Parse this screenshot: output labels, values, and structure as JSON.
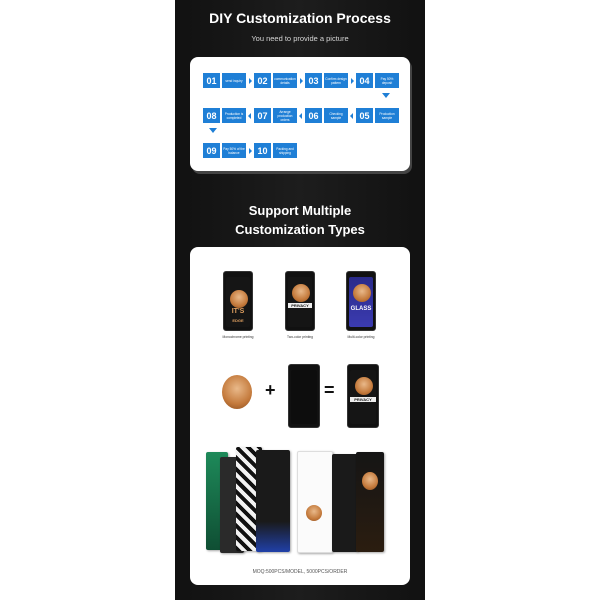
{
  "header": {
    "title": "DIY Customization Process",
    "subtitle": "You need to provide a picture"
  },
  "process": {
    "steps": [
      {
        "num": "01",
        "label": "send inquiry"
      },
      {
        "num": "02",
        "label": "communication details"
      },
      {
        "num": "03",
        "label": "Confirm design pattern"
      },
      {
        "num": "04",
        "label": "Pay 50% deposit"
      },
      {
        "num": "05",
        "label": "Production sample"
      },
      {
        "num": "06",
        "label": "Checking sample"
      },
      {
        "num": "07",
        "label": "Arrange production orders"
      },
      {
        "num": "08",
        "label": "Production is completed"
      },
      {
        "num": "09",
        "label": "Pay 50% of the balance"
      },
      {
        "num": "10",
        "label": "Packing and shipping"
      }
    ]
  },
  "types": {
    "title_line1": "Support Multiple",
    "title_line2": "Customization Types",
    "captions": [
      "Monochrome printing",
      "Two-color printing",
      "Multi-color printing"
    ],
    "phone_text": [
      "IT'S",
      "EDGE",
      "PRIVACY",
      "GLASS"
    ],
    "plus": "+",
    "equals": "=",
    "moq": "MOQ:500PCS/MODEL, 5000PCS/ORDER"
  },
  "colors": {
    "accent": "#1f7fd6",
    "background": "#151515",
    "card": "#ffffff"
  }
}
